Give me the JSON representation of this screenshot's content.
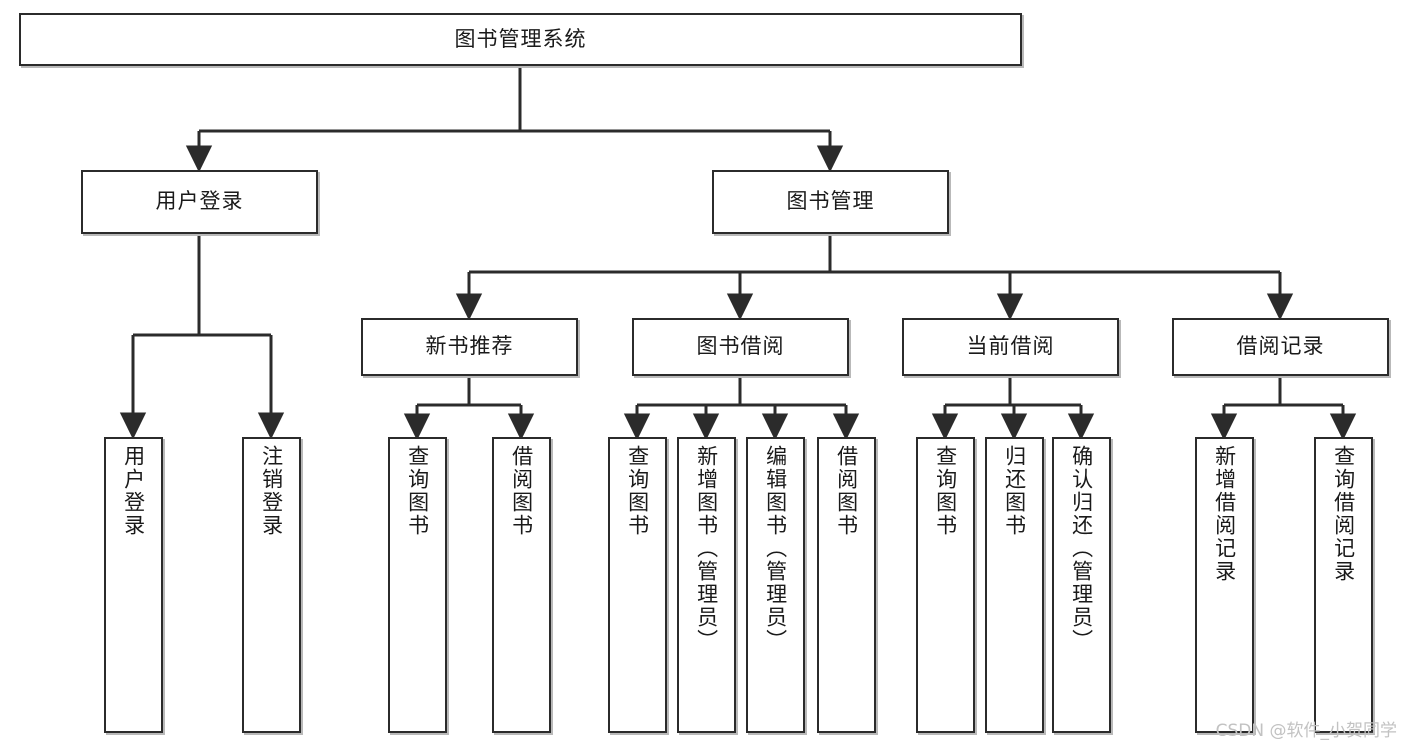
{
  "diagram": {
    "title": "图书管理系统",
    "root": {
      "label": "图书管理系统"
    },
    "level1": [
      {
        "label": "用户登录"
      },
      {
        "label": "图书管理"
      }
    ],
    "level2": [
      {
        "label": "新书推荐"
      },
      {
        "label": "图书借阅"
      },
      {
        "label": "当前借阅"
      },
      {
        "label": "借阅记录"
      }
    ],
    "leaves": {
      "user_login": [
        {
          "label": "用户登录"
        },
        {
          "label": "注销登录"
        }
      ],
      "new_book_recommend": [
        {
          "label": "查询图书"
        },
        {
          "label": "借阅图书"
        }
      ],
      "book_borrow": [
        {
          "label": "查询图书"
        },
        {
          "label": "新增图书（管理员）"
        },
        {
          "label": "编辑图书（管理员）"
        },
        {
          "label": "借阅图书"
        }
      ],
      "current_borrow": [
        {
          "label": "查询图书"
        },
        {
          "label": "归还图书"
        },
        {
          "label": "确认归还（管理员）"
        }
      ],
      "borrow_record": [
        {
          "label": "新增借阅记录"
        },
        {
          "label": "查询借阅记录"
        }
      ]
    }
  },
  "watermark": {
    "text": "CSDN @软件_小贺同学"
  },
  "colors": {
    "box_border": "#2b2b2b",
    "connector": "#2b2b2b",
    "background": "#ffffff",
    "text": "#1a1a1a",
    "watermark": "#c2c2c2"
  }
}
